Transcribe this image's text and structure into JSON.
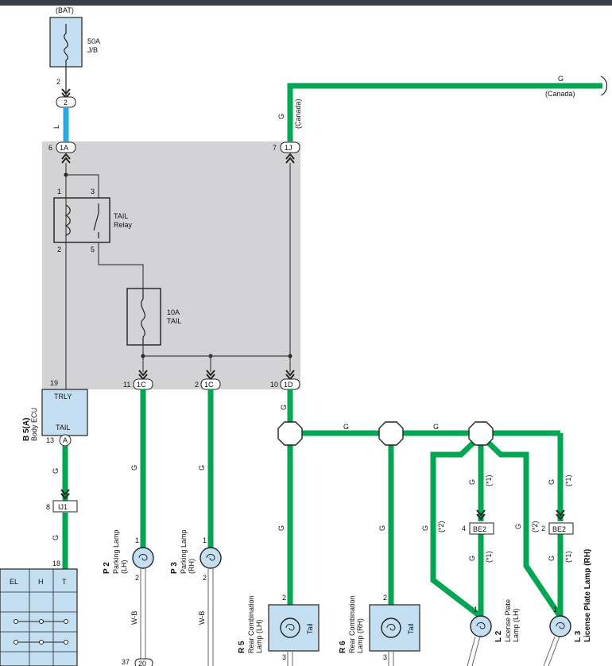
{
  "source": {
    "battery": "(BAT)",
    "fuse_amp": "50A",
    "fuse_loc": "J/B"
  },
  "pins": {
    "bat_out": "2",
    "bat_conn": "2",
    "p6": "6",
    "c1a": "1A",
    "p7": "7",
    "c1j": "1J",
    "relay_p1": "1",
    "relay_p3": "3",
    "relay_p2": "2",
    "relay_p5": "5",
    "p19": "19",
    "p11": "11",
    "c1c_a": "1C",
    "p2": "2",
    "c1c_b": "1C",
    "p10": "10",
    "c1d": "1D",
    "p13": "13",
    "ecu_conn": "A",
    "p8": "8",
    "ij1": "IJ1",
    "p18": "18",
    "be2_pin_lh": "4",
    "be2_lh": "BE2",
    "be2_pin_rh": "2",
    "be2_rh": "BE2",
    "pl_lh_top": "1",
    "pl_lh_bot": "2",
    "pl_rh_top": "1",
    "pl_rh_bot": "2",
    "r5_top": "2",
    "r5_bot": "3",
    "r6_top": "2",
    "r6_bot": "3",
    "l2_top": "1",
    "l3_top": "1",
    "bottom_pin": "37",
    "bottom_conn": "20"
  },
  "wires": {
    "l": "L",
    "g": "G",
    "wb": "W-B",
    "canada": "(Canada)",
    "note1": "(*1)",
    "note2": "(*2)"
  },
  "relay": {
    "name": "TAIL",
    "suffix": "Relay"
  },
  "tail_fuse": {
    "amp": "10A",
    "name": "TAIL"
  },
  "ecu": {
    "id": "B 5(A)",
    "name": "Body ECU",
    "trly": "TRLY",
    "tail": "TAIL"
  },
  "switch": {
    "cols": [
      "EL",
      "H",
      "T"
    ]
  },
  "components": {
    "p2": {
      "id": "P 2",
      "name": "Parking Lamp",
      "side": "(LH)"
    },
    "p3": {
      "id": "P 3",
      "name": "Parking Lamp",
      "side": "(RH)"
    },
    "r5": {
      "id": "R 5",
      "name": "Rear Combination",
      "name2": "Lamp (LH)",
      "label": "Tail"
    },
    "r6": {
      "id": "R 6",
      "name": "Rear Combination",
      "name2": "Lamp (RH)",
      "label": "Tail"
    },
    "l2": {
      "id": "L 2",
      "name": "License Plate",
      "name2": "Lamp (LH)"
    },
    "l3": {
      "id": "L 3",
      "name": "License Plate Lamp (RH)"
    }
  },
  "colors": {
    "green": "#00a651",
    "blue": "#29abe2",
    "gray": "#d3d3d6",
    "lamp": "#c5dff2"
  }
}
